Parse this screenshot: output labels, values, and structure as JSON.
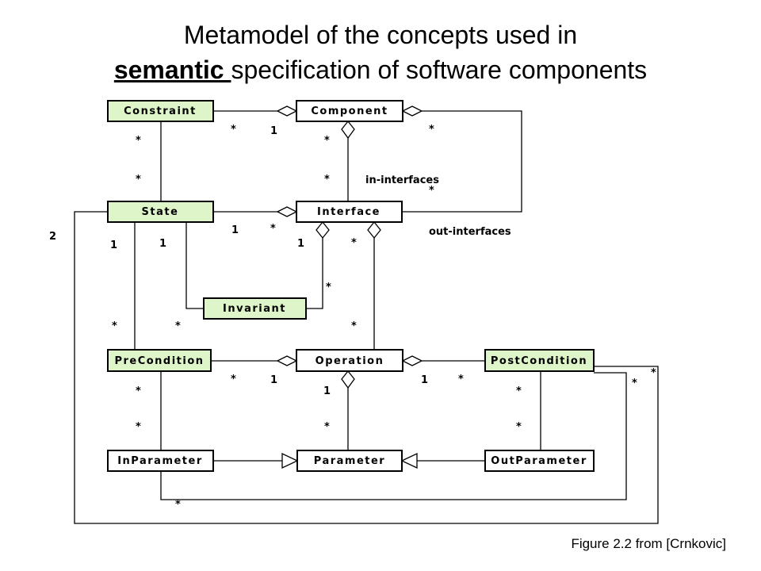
{
  "title": {
    "line1": "Metamodel of the concepts used in",
    "line2_emphasis": "semantic ",
    "line2_rest": "specification of software components"
  },
  "colors": {
    "highlight_class_fill": "#ddf5c8",
    "plain_class_fill": "#ffffff",
    "line": "#000000"
  },
  "classes": {
    "constraint": "Constraint",
    "component": "Component",
    "state": "State",
    "interface": "Interface",
    "invariant": "Invariant",
    "precondition": "PreCondition",
    "operation": "Operation",
    "postcondition": "PostCondition",
    "inparameter": "InParameter",
    "parameter": "Parameter",
    "outparameter": "OutParameter"
  },
  "association_labels": {
    "in_interfaces": "in-interfaces",
    "out_interfaces": "out-interfaces"
  },
  "multiplicities": {
    "many": "*",
    "one": "1",
    "two": "2"
  },
  "caption": "Figure 2.2 from [Crnkovic]"
}
